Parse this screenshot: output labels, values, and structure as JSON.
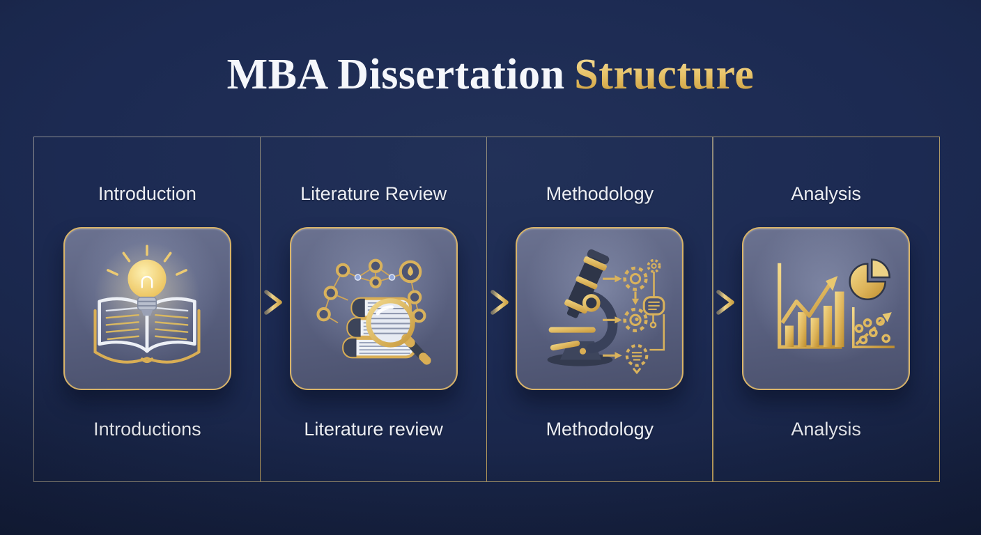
{
  "title": {
    "main": "MBA Dissertation",
    "accent": "Structure"
  },
  "columns": [
    {
      "top_label": "Introduction",
      "bottom_label": "Introductions",
      "icon": "open-book-lightbulb-icon"
    },
    {
      "top_label": "Literature Review",
      "bottom_label": "Literature review",
      "icon": "books-magnifying-glass-icon"
    },
    {
      "top_label": "Methodology",
      "bottom_label": "Methodology",
      "icon": "microscope-process-gears-icon"
    },
    {
      "top_label": "Analysis",
      "bottom_label": "Analysis",
      "icon": "charts-graphs-icon"
    }
  ],
  "colors": {
    "background_navy": "#1c2a52",
    "gold_accent": "#d9b25c",
    "card_border_gold": "#d9b469",
    "title_white": "#f5f7fb",
    "label_text": "#eceef4"
  }
}
